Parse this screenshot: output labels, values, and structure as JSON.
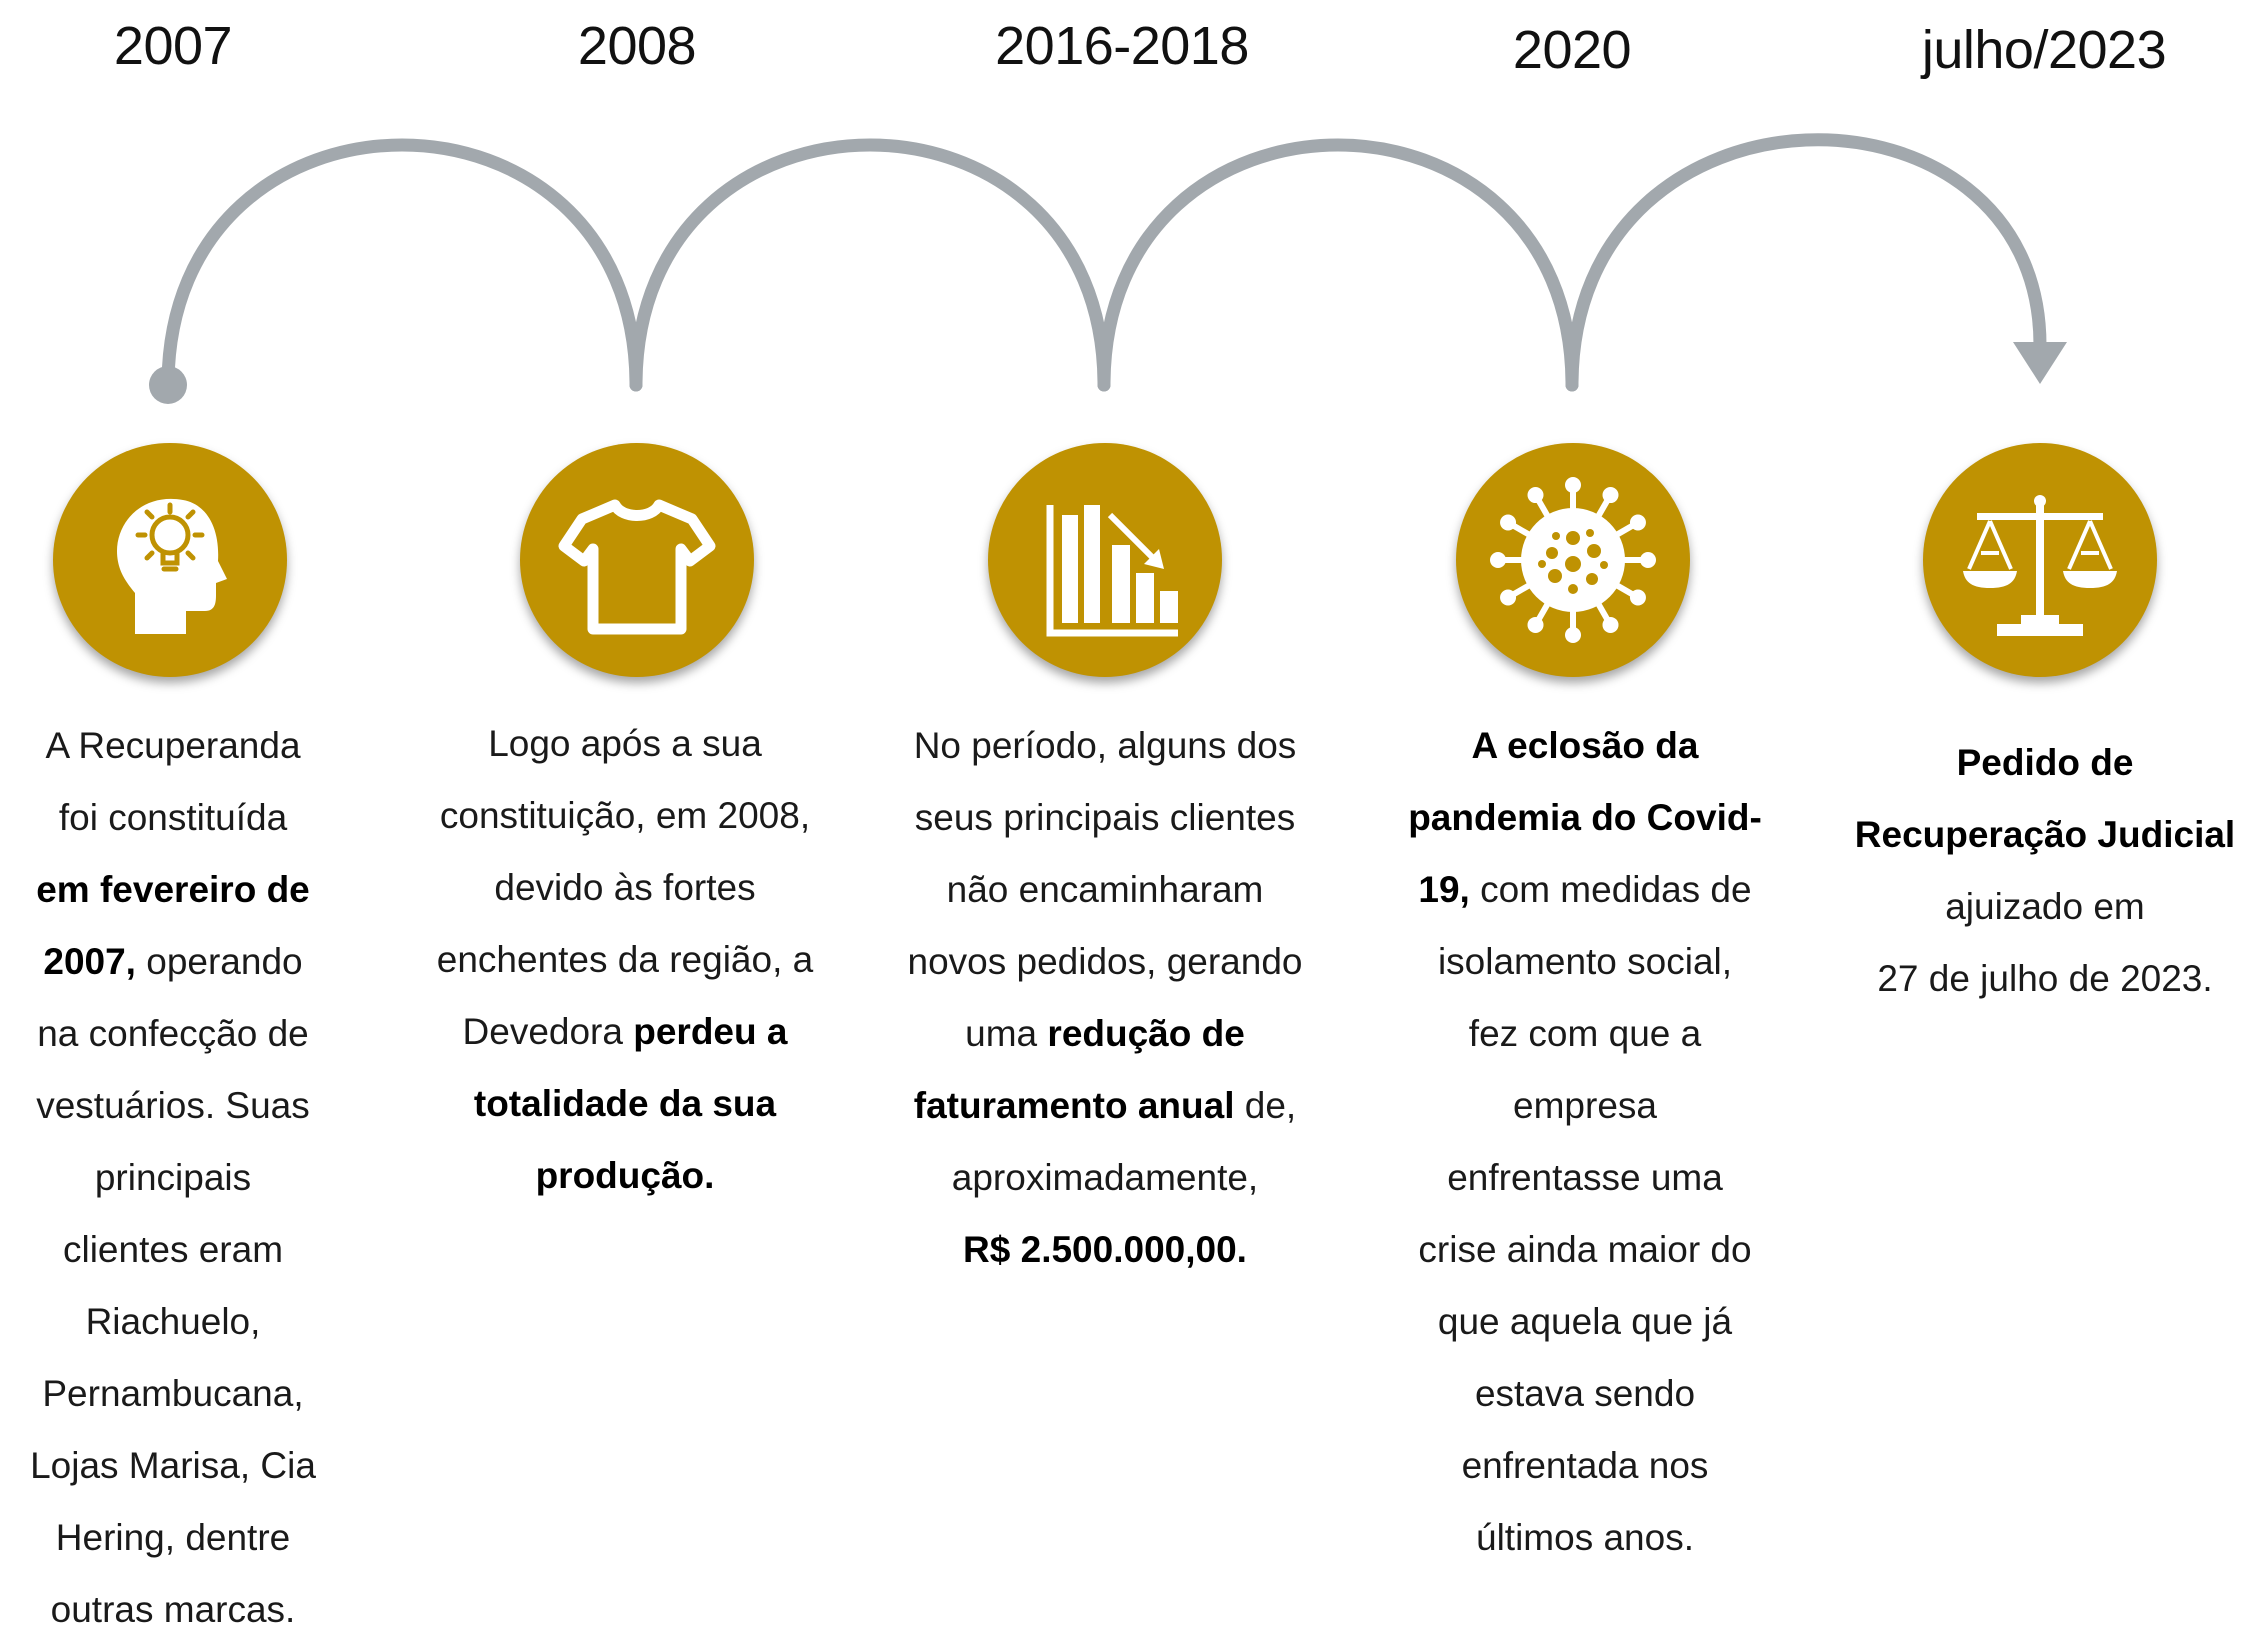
{
  "timeline": [
    {
      "year": "2007",
      "icon": "head-lightbulb-icon",
      "text": [
        [
          "A Recuperanda",
          "foi constituída"
        ],
        [
          "**em fevereiro de**",
          "**2007,**  operando"
        ],
        [
          "na confecção de",
          "vestuários. Suas",
          "principais",
          "clientes eram",
          "Riachuelo,",
          "Pernambucana,",
          "Lojas Marisa, Cia",
          "Hering, dentre",
          "outras marcas."
        ]
      ]
    },
    {
      "year": "2008",
      "icon": "t-shirt-icon",
      "text": [
        [
          "Logo após a sua",
          "constituição, em 2008,",
          "devido às fortes",
          "enchentes da região, a"
        ],
        [
          "Devedora **perdeu a**",
          "**totalidade da sua**",
          "**produção.**"
        ]
      ]
    },
    {
      "year": "2016-2018",
      "icon": "declining-bar-chart-icon",
      "text": [
        [
          "No período, alguns dos",
          "seus principais clientes",
          "não encaminharam",
          "novos pedidos, gerando"
        ],
        [
          "uma **redução de**",
          "**faturamento anual** de,",
          "aproximadamente,",
          "**R$ 2.500.000,00.**"
        ]
      ]
    },
    {
      "year": "2020",
      "icon": "virus-icon",
      "text": [
        [
          "**A eclosão da**",
          "**pandemia do Covid-**",
          "**19,** com medidas de"
        ],
        [
          "isolamento social,",
          "fez com que a",
          "empresa",
          "enfrentasse uma",
          "crise ainda maior do",
          "que aquela que já",
          "estava sendo",
          "enfrentada nos",
          "últimos anos."
        ]
      ]
    },
    {
      "year": "julho/2023",
      "icon": "scales-of-justice-icon",
      "text": [
        [
          "**Pedido de**",
          "**Recuperação Judicial**"
        ],
        [
          "ajuizado em",
          "27 de julho de 2023."
        ]
      ]
    }
  ],
  "colors": {
    "accent": "#bf9202",
    "arc": "#a2a8ad",
    "icon_fg": "#ffffff"
  }
}
